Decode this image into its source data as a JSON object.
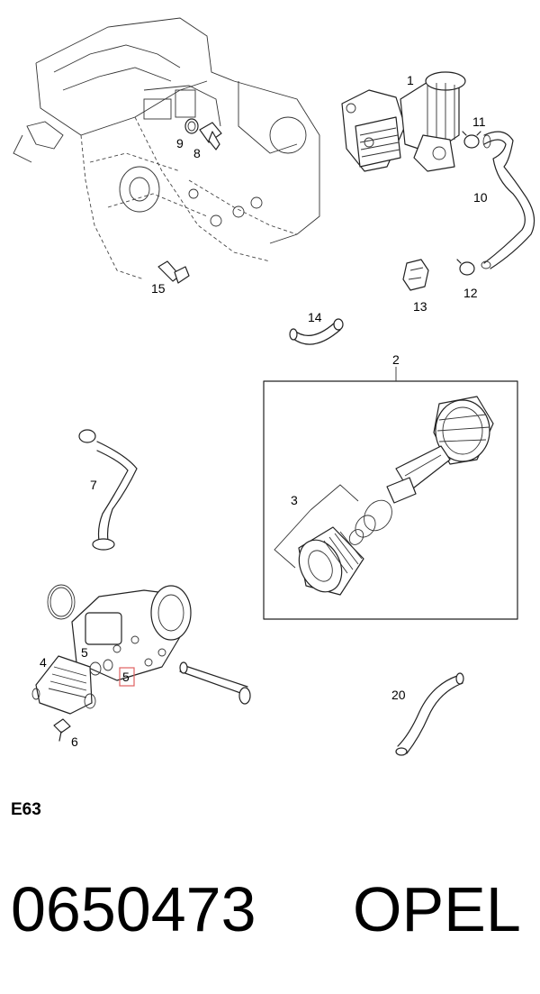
{
  "diagram": {
    "callouts": {
      "c1": "1",
      "c2": "2",
      "c3": "3",
      "c4": "4",
      "c5a": "5",
      "c5b": "5",
      "c6": "6",
      "c7": "7",
      "c8": "8",
      "c9": "9",
      "c10": "10",
      "c11": "11",
      "c12": "12",
      "c13": "13",
      "c14": "14",
      "c15": "15",
      "c20": "20"
    },
    "highlight_color": "#e06060"
  },
  "footer": {
    "section_code": "E63",
    "part_number": "0650473",
    "brand": "OPEL"
  }
}
